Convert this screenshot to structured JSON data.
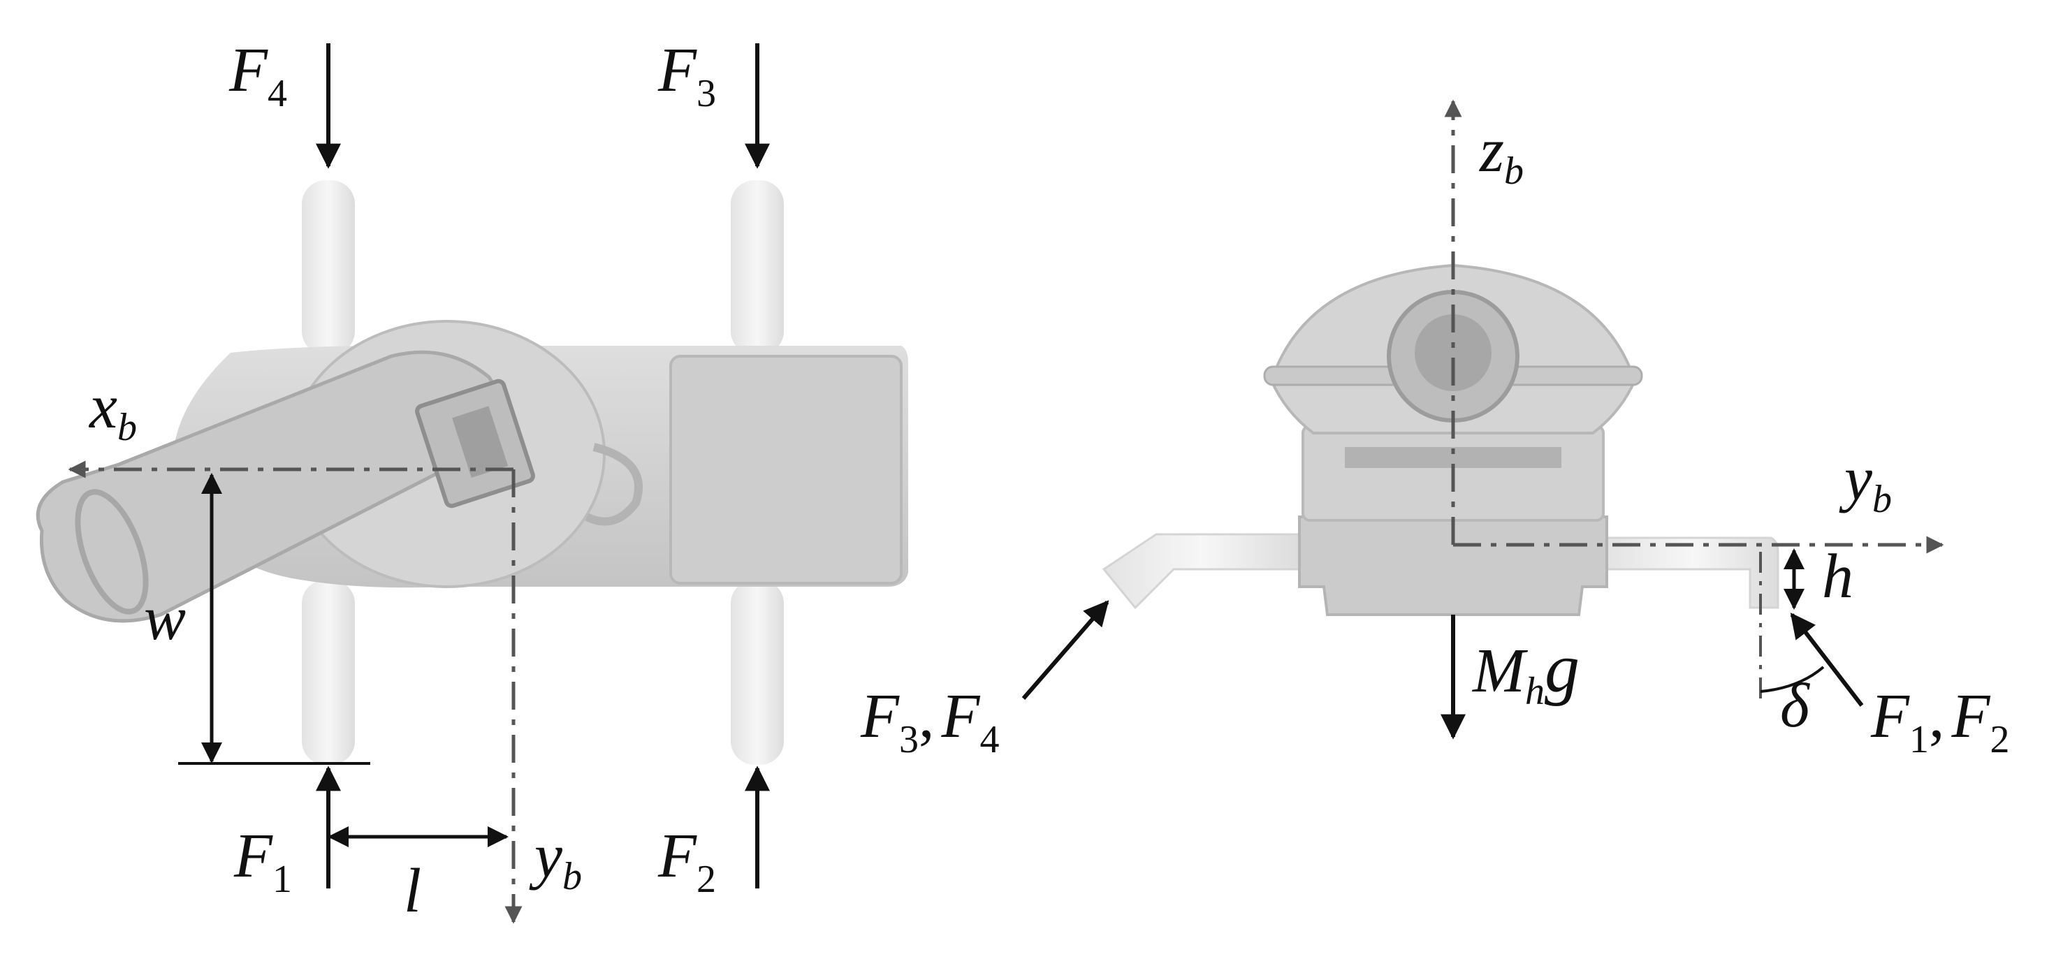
{
  "colors": {
    "background": "#ffffff",
    "body_light": "#d9d9d9",
    "body_mid": "#c7c7c7",
    "body_dark": "#a9a9a9",
    "leg": "#ececec",
    "force_arrow": "#111111",
    "axis_arrow": "#555555"
  },
  "top_view": {
    "forces": {
      "f4": {
        "main": "F",
        "sub": "4"
      },
      "f3": {
        "main": "F",
        "sub": "3"
      },
      "f1": {
        "main": "F",
        "sub": "1"
      },
      "f2": {
        "main": "F",
        "sub": "2"
      }
    },
    "axes": {
      "x": {
        "main": "x",
        "sub": "b"
      },
      "y": {
        "main": "y",
        "sub": "b"
      }
    },
    "dimensions": {
      "width": "w",
      "length": "l"
    }
  },
  "side_view": {
    "axes": {
      "z": {
        "main": "z",
        "sub": "b"
      },
      "y": {
        "main": "y",
        "sub": "b"
      }
    },
    "weight": {
      "main": "M",
      "sub": "h",
      "tail": "g"
    },
    "dimensions": {
      "height": "h",
      "angle": "δ"
    },
    "forces": {
      "left": {
        "a_main": "F",
        "a_sub": "3",
        "sep": ",",
        "b_main": "F",
        "b_sub": "4"
      },
      "right": {
        "a_main": "F",
        "a_sub": "1",
        "sep": ",",
        "b_main": "F",
        "b_sub": "2"
      }
    }
  }
}
